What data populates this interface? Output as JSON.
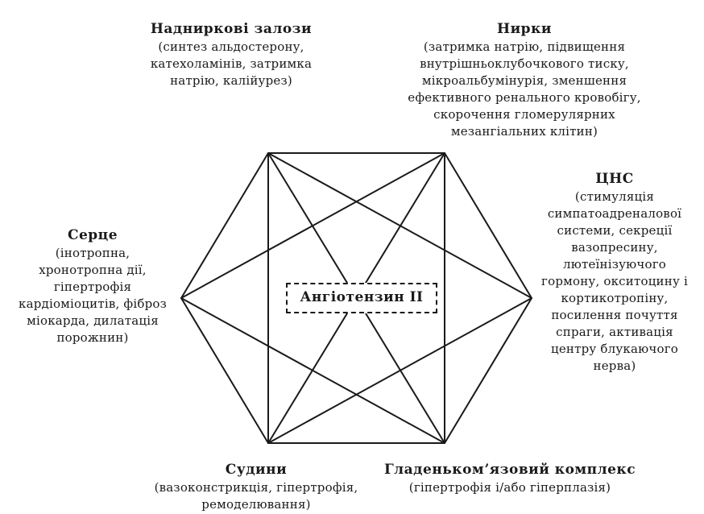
{
  "center": {
    "label": "Ангіотензин II"
  },
  "nodes": {
    "adrenal": {
      "title": "Надниркові залози",
      "lines": [
        "(синтез альдостерону,",
        "катехоламінів, затримка",
        "натрію, калійурез)"
      ]
    },
    "kidneys": {
      "title": "Нирки",
      "lines": [
        "(затримка натрію, підвищення",
        "внутрішньоклубочкового тиску,",
        "мікроальбумінурія, зменшення",
        "ефективного ренального кровобігу,",
        "скорочення гломерулярних",
        "мезангіальних клітин)"
      ]
    },
    "cns": {
      "title": "ЦНС",
      "lines": [
        "(стимуляція",
        "симпатоадреналової",
        "системи, секреції",
        "вазопресину,",
        "лютеїнізуючого",
        "гормону, окситоцину і",
        "кортикотропіну,",
        "посилення почуття",
        "спраги, активація",
        "центру блукаючого",
        "нерва)"
      ]
    },
    "heart": {
      "title": "Серце",
      "lines": [
        "(інотропна,",
        "хронотропна дії,",
        "гіпертрофія",
        "кардіоміоцитів, фіброз",
        "міокарда, дилатація",
        "порожнин)"
      ]
    },
    "vessels": {
      "title": "Судини",
      "lines": [
        "(вазоконстрикція, гіпертрофія,",
        "ремоделювання)"
      ]
    },
    "smooth_muscle": {
      "title": "Гладенькомʼязовий комплекс",
      "lines": [
        "(гіпертрофія і/або гіперплазія)"
      ]
    }
  }
}
